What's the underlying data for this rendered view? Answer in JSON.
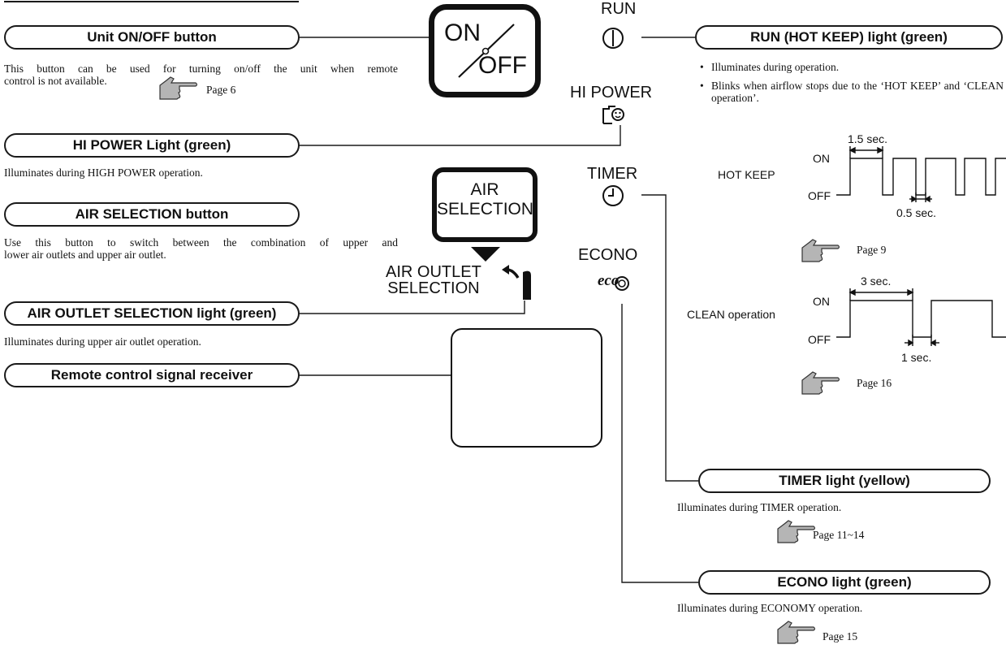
{
  "callouts": {
    "unit_onoff": {
      "label": "Unit ON/OFF button",
      "desc_line1": "This button can be used for turning on/off the unit when remote",
      "desc_line2": "control is not available.",
      "page": "Page 6"
    },
    "hi_power": {
      "label": "HI POWER Light (green)",
      "desc": "Illuminates during HIGH POWER operation."
    },
    "air_selection": {
      "label": "AIR SELECTION button",
      "desc_line1": "Use this button to switch between the combination of upper and",
      "desc_line2": "lower air outlets and upper air outlet."
    },
    "air_outlet": {
      "label": "AIR OUTLET SELECTION light (green)",
      "desc": "Illuminates during upper air outlet operation."
    },
    "remote_receiver": {
      "label": "Remote control signal receiver"
    },
    "run": {
      "label": "RUN (HOT KEEP) light (green)",
      "bullets": [
        "Illuminates during operation.",
        "Blinks when airflow stops due to the ‘HOT KEEP’ and ‘CLEAN operation’."
      ]
    },
    "timer": {
      "label": "TIMER light (yellow)",
      "desc": "Illuminates during TIMER operation.",
      "page": "Page 11~14"
    },
    "econo": {
      "label": "ECONO light (green)",
      "desc": "Illuminates during ECONOMY operation.",
      "page": "Page 15"
    }
  },
  "panel": {
    "onoff_button": {
      "on": "ON",
      "off": "OFF"
    },
    "run_label": "RUN",
    "hipower_label": "HI POWER",
    "timer_label": "TIMER",
    "econo_label": "ECONO",
    "eco_mark": "eco",
    "air_button_line1": "AIR",
    "air_button_line2": "SELECTION",
    "air_outlet_line1": "AIR OUTLET",
    "air_outlet_line2": "SELECTION"
  },
  "waveforms": {
    "hot_keep": {
      "label": "HOT KEEP",
      "on": "ON",
      "off": "OFF",
      "on_time": "1.5 sec.",
      "off_time": "0.5 sec.",
      "page": "Page 9"
    },
    "clean": {
      "label": "CLEAN operation",
      "on": "ON",
      "off": "OFF",
      "on_time": "3 sec.",
      "off_time": "1 sec.",
      "page": "Page 16"
    }
  },
  "icons": [
    "pointing-hand-icon",
    "power-icon",
    "hi-power-icon",
    "clock-icon",
    "eco-icon",
    "arrow-icon"
  ]
}
